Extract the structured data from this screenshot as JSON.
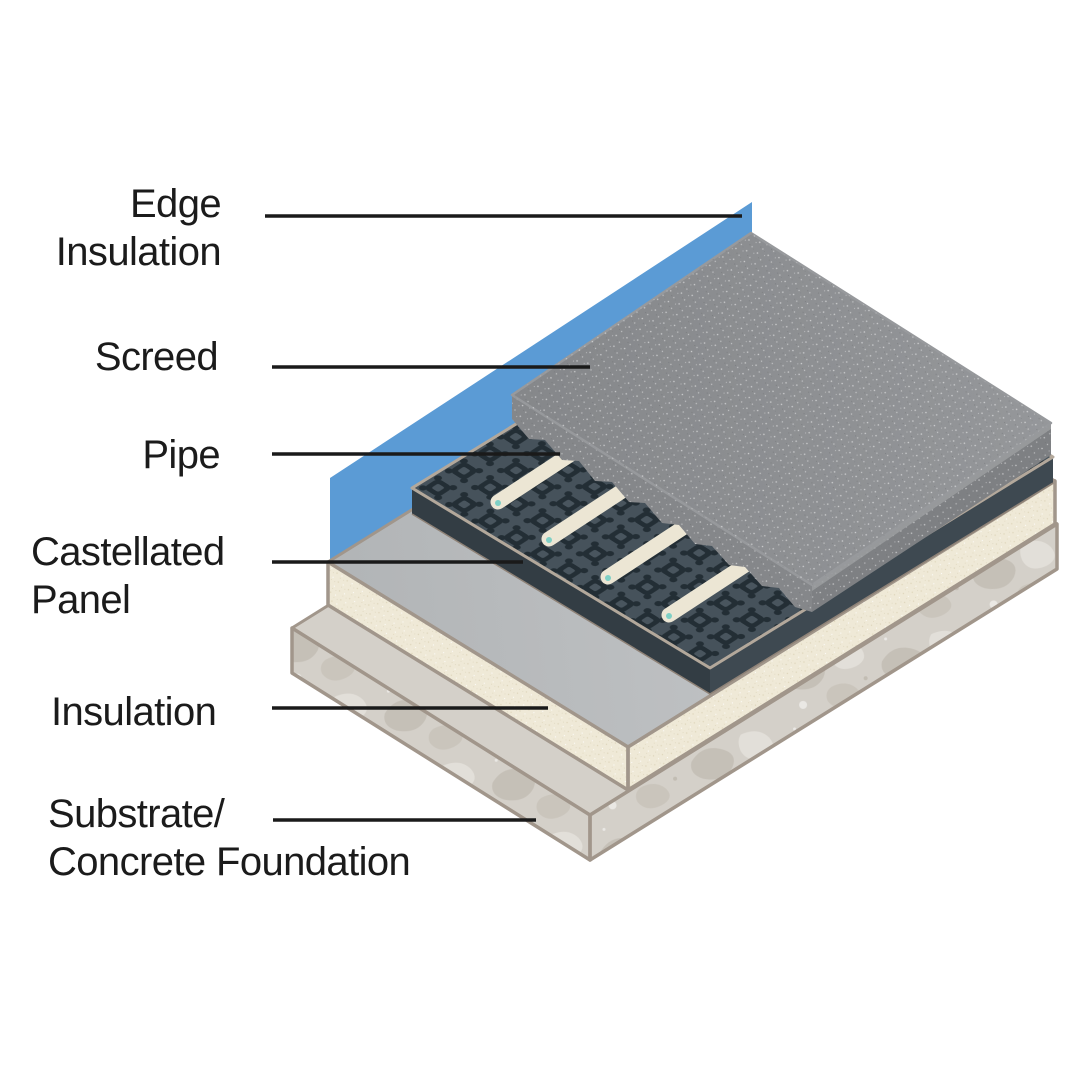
{
  "page": {
    "background": "#ffffff",
    "description": "Isometric cutaway diagram of a screeded underfloor heating floor construction with labelled layers"
  },
  "labels": {
    "edge_insulation": {
      "lines": [
        "Edge",
        "Insulation"
      ]
    },
    "screed": {
      "lines": [
        "Screed"
      ]
    },
    "pipe": {
      "lines": [
        "Pipe"
      ]
    },
    "castellated_panel": {
      "lines": [
        "Castellated",
        "Panel"
      ]
    },
    "insulation": {
      "lines": [
        "Insulation"
      ]
    },
    "substrate": {
      "lines": [
        "Substrate/",
        "Concrete Foundation"
      ]
    }
  },
  "layers_top_to_bottom": [
    "Edge Insulation",
    "Screed",
    "Pipe",
    "Castellated Panel",
    "Insulation",
    "Substrate/Concrete Foundation"
  ],
  "colors": {
    "background": "#ffffff",
    "text": "#1b1b1b",
    "leader_line": "#1a1a1a",
    "edge_insulation_blue": "#5b9bd5",
    "screed_top": "#8e9092",
    "screed_side_right": "#7e8083",
    "screed_side_left": "#85878a",
    "panel_base": "#46525b",
    "panel_stud_dark": "#232e35",
    "panel_side_left": "#333d44",
    "panel_side_right": "#3e4951",
    "panel_rim": "#b3a89b",
    "pipe": "#ece6d4",
    "pipe_bore": "#7fd0c5",
    "insulation_core": "#efe9d7",
    "insulation_facing": "#bcbfc1",
    "substrate_concrete": "#d4d0c9",
    "outline": "#a1968b"
  }
}
